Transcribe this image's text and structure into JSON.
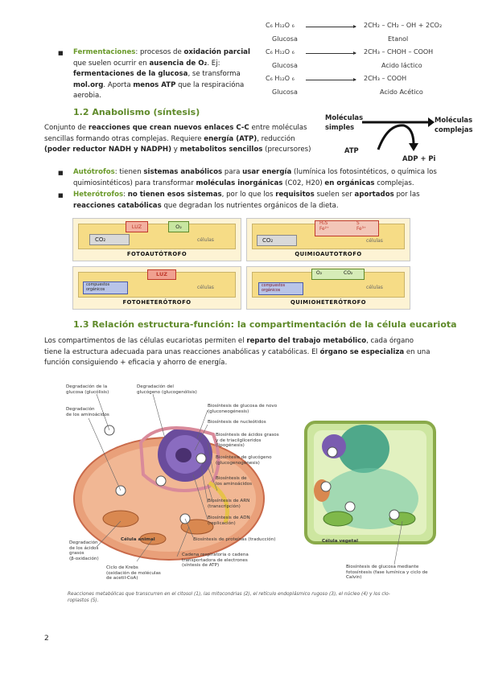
{
  "reactions": [
    {
      "left": "C₆ H₁₂O ₆",
      "left_label": "Glucosa",
      "right": "2CH₂ – CH₂ – OH + 2CO₂",
      "right_label": "Etanol"
    },
    {
      "left": "C₆ H₁₂O ₆",
      "left_label": "Glucosa",
      "right": "2CH₃ – CHOH – COOH",
      "right_label": "Acido láctico"
    },
    {
      "left": "C₆ H₁₂O ₆",
      "left_label": "Glucosa",
      "right": "2CH₃ – COOH",
      "right_label": "Acido Acético"
    }
  ],
  "fermentaciones": {
    "term": "Fermentaciones",
    "t1": ": procesos de ",
    "t2": "oxidación parcial",
    "t3": "que suelen ocurrir en ",
    "t4": "ausencia de O₂",
    "t5": ". Ej: ",
    "t6": "fermentaciones de la glucosa",
    "t7": ", se transforma",
    "t8": "mol.org",
    "t9": ". Aporta ",
    "t10": "menos ATP",
    "t11": " que la respiracióna",
    "t12": "aerobia."
  },
  "anabolismo_diagram": {
    "left": "Moléculas\nsimples",
    "right": "Moléculas\ncomplejas",
    "atp": "ATP",
    "adp": "ADP + Pi"
  },
  "section_1_2": {
    "title": "1.2 Anabolismo (síntesis)",
    "l1a": "Conjunto de ",
    "l1b": "reacciones que crean nuevos enlaces C-C",
    "l1c": " entre moléculas",
    "l2a": "sencillas formando otras complejas. Requiere ",
    "l2b": "energía (ATP)",
    "l2c": ", reducción",
    "l3a": "(poder reductor NADH y NADPH)",
    "l3b": " y ",
    "l3c": "metabolitos sencillos",
    "l3d": " (precursores)"
  },
  "autotrofos": {
    "term": "Autótrofos",
    "a1": ": tienen ",
    "a2": "sistemas anabólicos",
    "a3": " para ",
    "a4": "usar energía",
    "a5": " (lumínica los fotosintéticos, o química los",
    "a6": "quimiosintéticos) para transformar ",
    "a7": "moléculas inorgánicas",
    "a8": " (C02, H20) ",
    "a9": "en orgánicas",
    "a10": " complejas."
  },
  "heterotrofos": {
    "term": "Heterótrofos",
    "h1": ": ",
    "h2": "no tienen esos sistemas",
    "h3": ", por lo que los ",
    "h4": "requisitos",
    "h5": " suelen ser ",
    "h6": "aportados",
    "h7": " por las",
    "h8": "reacciones catabólicas",
    "h9": " que degradan los nutrientes orgánicos de la dieta."
  },
  "trophic_diagrams": {
    "fotoautotrofo": {
      "label": "FOTOAUTÓTROFO",
      "luz": "LUZ",
      "o2": "O₂",
      "co2": "CO₂",
      "out": "células"
    },
    "quimioautotrofo": {
      "label": "QUIMIOAUTOTROFO",
      "h2s": "H₂S\nFe²⁺",
      "s": "S\nFe³⁺",
      "co2": "CO₂",
      "out": "células"
    },
    "fotoheterotrofo": {
      "label": "FOTOHETERÓTROFO",
      "luz": "LUZ",
      "in": "compuestos\norgánicos",
      "out": "células"
    },
    "quimioheterotrofo": {
      "label": "QUIMIOHETERÓTROFO",
      "o2": "O₂",
      "co2": "CO₂",
      "in": "compuestos\norgánicos",
      "out": "células"
    }
  },
  "section_1_3": {
    "title": "1.3 Relación estructura-función: la compartimentación de la célula eucariota",
    "p1a": "Los compartimentos de las células eucariotas permiten el ",
    "p1b": "reparto del trabajo metabólico",
    "p1c": ", cada órgano",
    "p2a": "tiene la estructura adecuada para unas reacciones anabólicas y catabólicas. El ",
    "p2b": "órgano se especializa",
    "p2c": " en una",
    "p3": "función consiguiendo + eficacia y ahorro de energía."
  },
  "cell_figure": {
    "labels": {
      "glucolisis": "Degradación de la\nglucosa (glucólisis)",
      "glucogenolisis": "Degradación del\nglucógeno (glucogenólisis)",
      "aminoacidos_deg": "Degradación\nde los aminoácidos",
      "gluconeogenesis": "Biosíntesis de glucosa de novo\n(gluconeogénesis)",
      "nucleotidos": "Biosíntesis de nucleótidos",
      "lipogenesis": "Biosíntesis de ácidos grasos\ny de triacilglíceridos\n(lipogénesis)",
      "glucogenogenesis": "Biosíntesis de glucógeno\n(glucogenogénesis)",
      "aminoacidos_bio": "Biosíntesis de\nlos aminoácidos",
      "arn": "Biosíntesis de ARN\n(transcripción)",
      "adn": "Biosíntesis de ADN\n(replicación)",
      "proteinas": "Biosíntesis de proteínas (traducción)",
      "beta_ox": "Degradación\nde los ácidos\ngrasos\n(β-oxidación)",
      "krebs": "Ciclo de Krebs\n(oxidación de moléculas\nde acetil-CoA)",
      "cadena": "Cadena respiratoria o cadena\ntransportadora de electrones\n(síntesis de ATP)",
      "celula_animal": "Célula animal",
      "celula_vegetal": "Célula vegetal",
      "fotosintesis": "Biosíntesis de glucosa mediante\nfotosíntesis (fase lumínica y ciclo de\nCalvin)"
    },
    "caption": "Reacciones metabólicas que transcurren en el citosol (1), las mitocondrias (2), el retículo endoplásmico rugoso (3), el núcleo (4) y los clo-\nroplastos (5)."
  },
  "page_number": "2",
  "colors": {
    "heading": "#5f8a2a",
    "term": "#6a9a2a"
  }
}
